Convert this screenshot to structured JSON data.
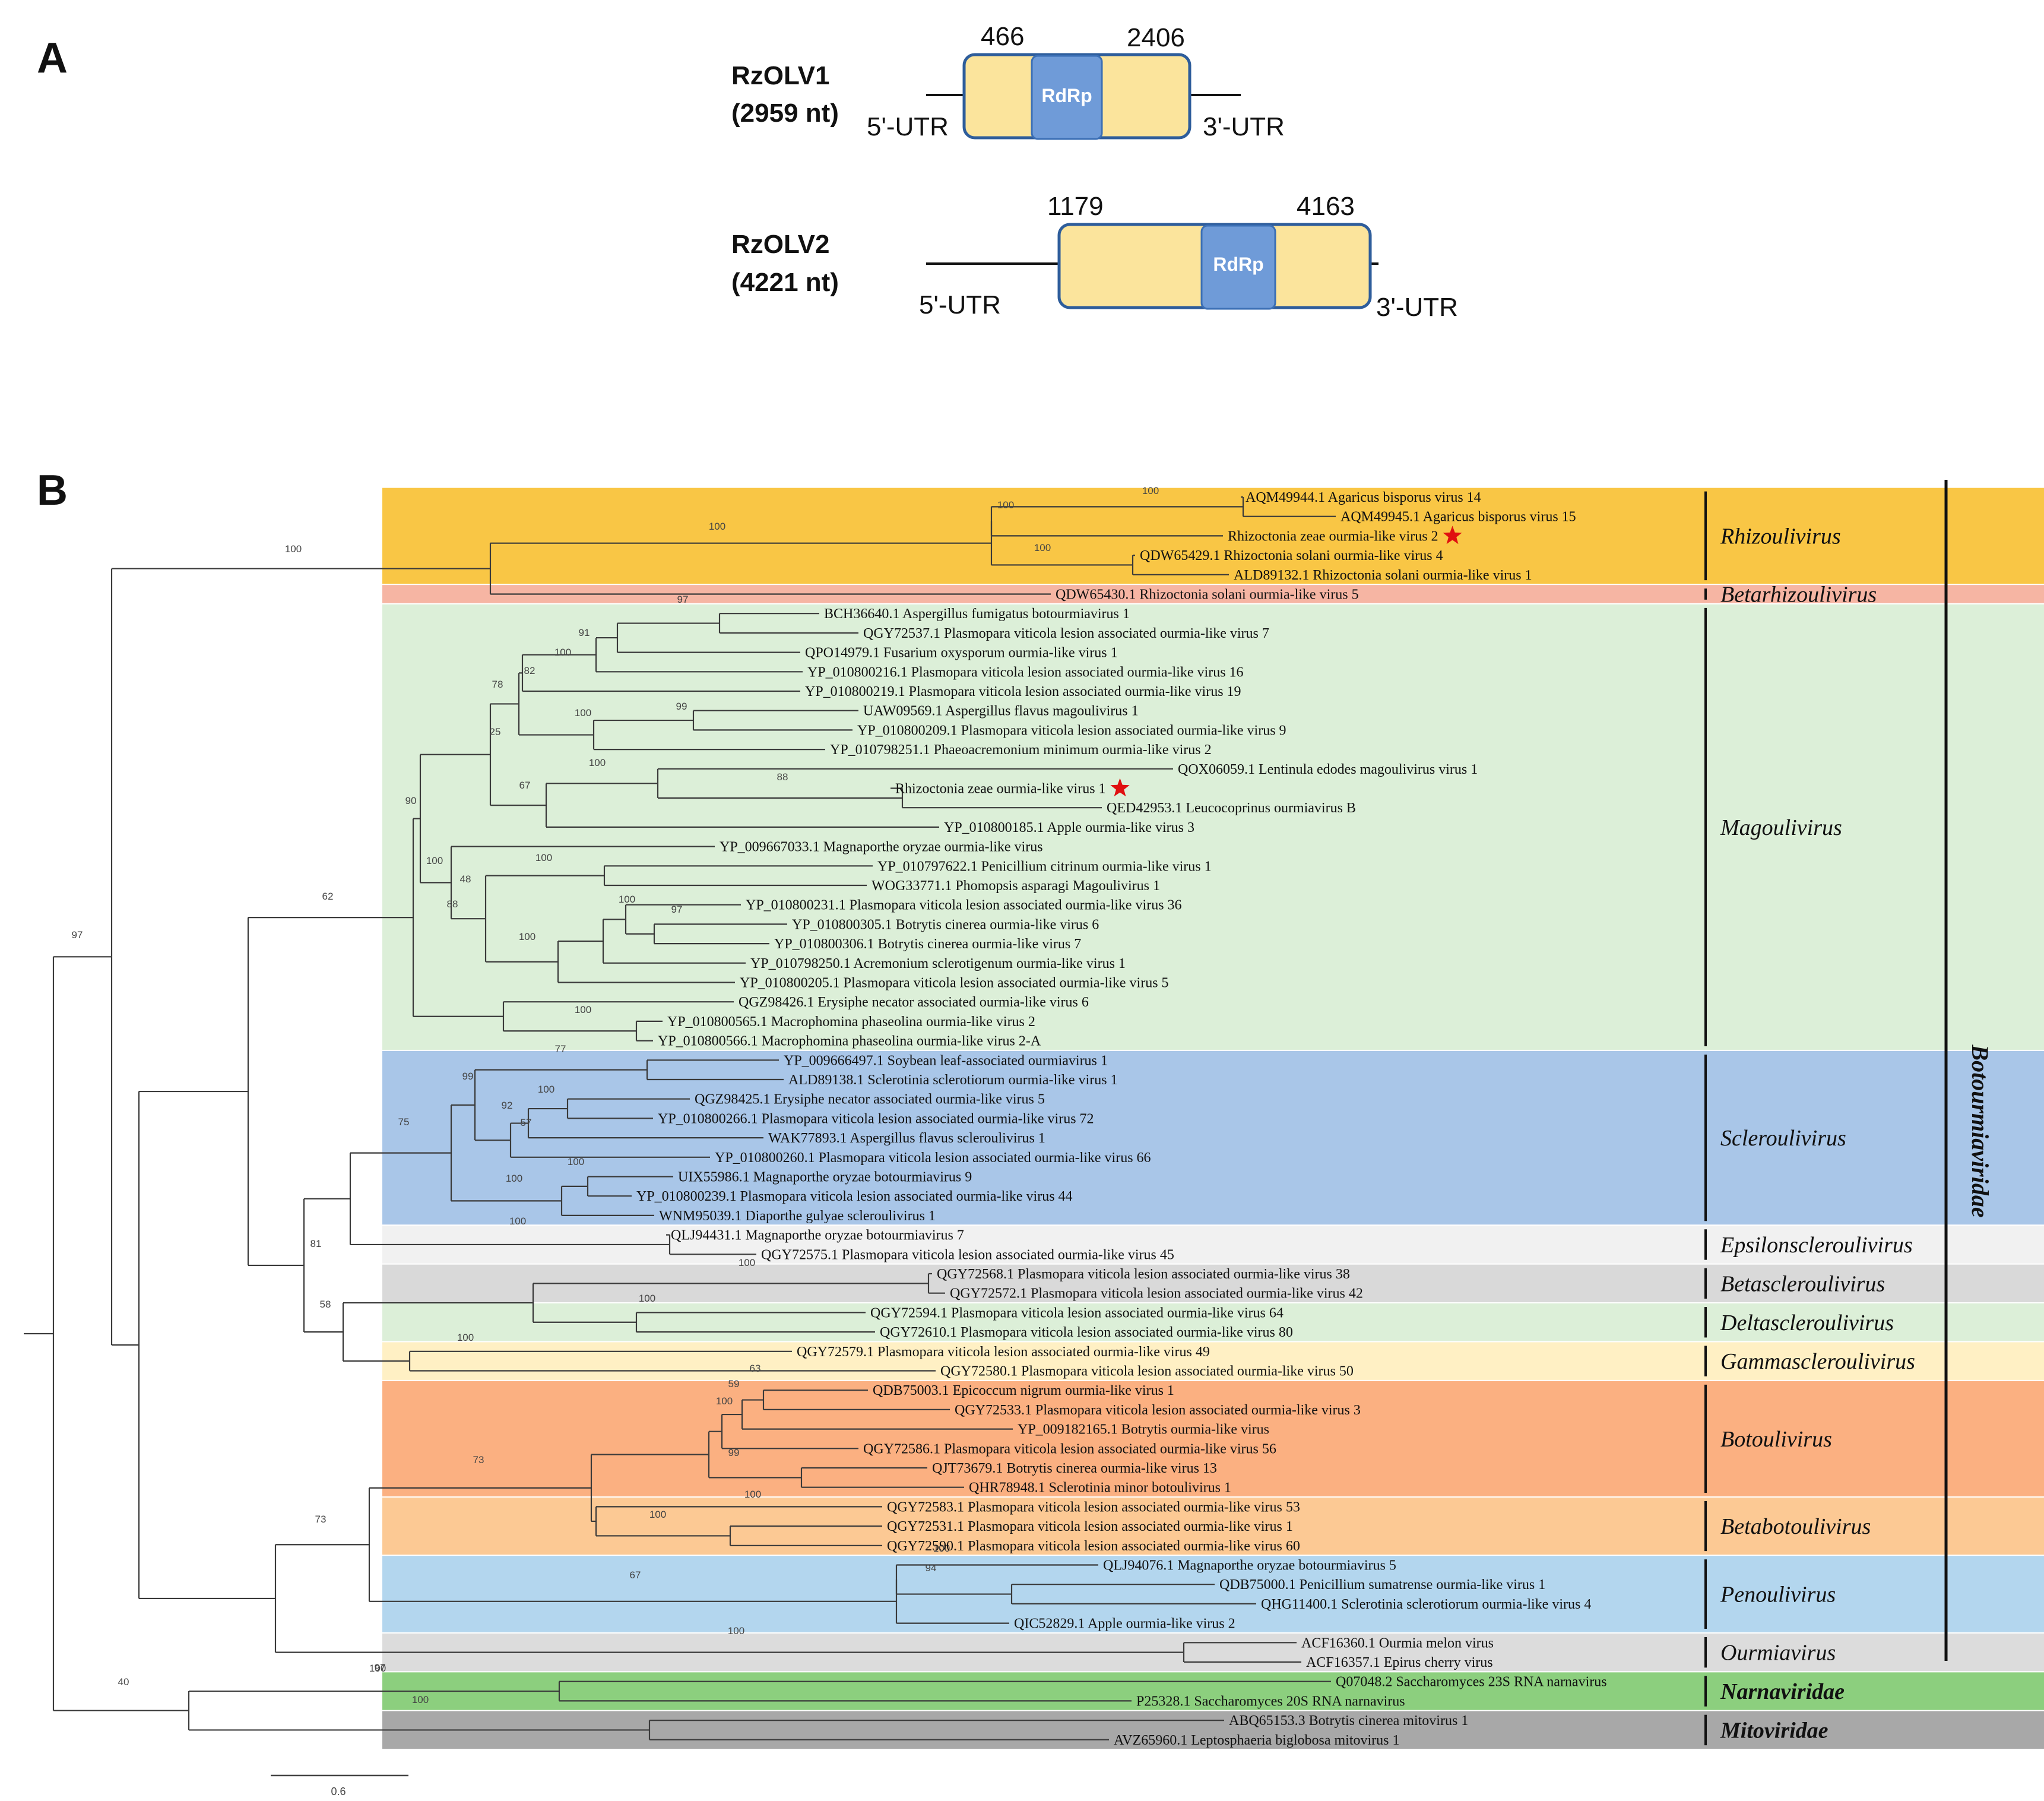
{
  "panels": {
    "a": "A",
    "b": "B"
  },
  "genomes": [
    {
      "name": "RzOLV1",
      "length": "(2959 nt)",
      "start": "466",
      "end": "2406",
      "domain": "RdRp",
      "utr5": "5'-UTR",
      "utr3": "3'-UTR"
    },
    {
      "name": "RzOLV2",
      "length": "(4221 nt)",
      "start": "1179",
      "end": "4163",
      "domain": "RdRp",
      "utr5": "5'-UTR",
      "utr3": "3'-UTR"
    }
  ],
  "clades": [
    {
      "label": "Rhizoulivirus",
      "color": "#f9c645",
      "leaves": [
        0,
        4
      ]
    },
    {
      "label": "Betarhizoulivirus",
      "color": "#f6b5a3",
      "leaves": [
        5,
        5
      ]
    },
    {
      "label": "Magoulivirus",
      "color": "#dcefd8",
      "leaves": [
        6,
        28
      ]
    },
    {
      "label": "Scleroulivirus",
      "color": "#a9c6e8",
      "leaves": [
        29,
        37
      ]
    },
    {
      "label": "Epsilonscleroulivirus",
      "color": "#f1f1f1",
      "leaves": [
        38,
        39
      ]
    },
    {
      "label": "Betascleroulivirus",
      "color": "#d9d9d9",
      "leaves": [
        40,
        41
      ]
    },
    {
      "label": "Deltascleroulivirus",
      "color": "#dcefd8",
      "leaves": [
        42,
        43
      ]
    },
    {
      "label": "Gammascleroulivirus",
      "color": "#fff0c4",
      "leaves": [
        44,
        45
      ]
    },
    {
      "label": "Botoulivirus",
      "color": "#fbb081",
      "leaves": [
        46,
        51
      ]
    },
    {
      "label": "Betabotoulivirus",
      "color": "#fcc994",
      "leaves": [
        52,
        54
      ]
    },
    {
      "label": "Penoulivirus",
      "color": "#b3d6ee",
      "leaves": [
        55,
        58
      ]
    },
    {
      "label": "Ourmiavirus",
      "color": "#dcdcdc",
      "leaves": [
        59,
        60
      ]
    },
    {
      "label": "Narnaviridae",
      "color": "#8ccf7e",
      "leaves": [
        61,
        62
      ],
      "bold": true
    },
    {
      "label": "Mitoviridae",
      "color": "#a8a8a8",
      "leaves": [
        63,
        64
      ],
      "bold": true
    }
  ],
  "family_label": "Botourmiaviridae",
  "leaves": [
    "AQM49944.1 Agaricus bisporus virus 14",
    "AQM49945.1 Agaricus bisporus virus 15",
    "Rhizoctonia zeae ourmia-like virus 2",
    "QDW65429.1 Rhizoctonia solani ourmia-like virus 4",
    "ALD89132.1 Rhizoctonia solani ourmia-like virus 1",
    "QDW65430.1 Rhizoctonia solani ourmia-like virus 5",
    "BCH36640.1 Aspergillus fumigatus botourmiavirus 1",
    "QGY72537.1 Plasmopara viticola lesion associated ourmia-like virus 7",
    "QPO14979.1 Fusarium oxysporum ourmia-like virus 1",
    "YP_010800216.1 Plasmopara viticola lesion associated ourmia-like virus 16",
    "YP_010800219.1 Plasmopara viticola lesion associated ourmia-like virus 19",
    "UAW09569.1 Aspergillus flavus magoulivirus 1",
    "YP_010800209.1 Plasmopara viticola lesion associated ourmia-like virus 9",
    "YP_010798251.1 Phaeoacremonium minimum ourmia-like virus 2",
    "QOX06059.1 Lentinula edodes magoulivirus virus 1",
    "Rhizoctonia zeae ourmia-like virus 1",
    "QED42953.1 Leucocoprinus ourmiavirus B",
    "YP_010800185.1 Apple ourmia-like virus 3",
    "YP_009667033.1 Magnaporthe oryzae ourmia-like virus",
    "YP_010797622.1 Penicillium citrinum ourmia-like virus 1",
    "WOG33771.1 Phomopsis asparagi Magoulivirus 1",
    "YP_010800231.1 Plasmopara viticola lesion associated ourmia-like virus 36",
    "YP_010800305.1 Botrytis cinerea ourmia-like virus 6",
    "YP_010800306.1 Botrytis cinerea ourmia-like virus 7",
    "YP_010798250.1 Acremonium sclerotigenum ourmia-like virus 1",
    "YP_010800205.1 Plasmopara viticola lesion associated ourmia-like virus 5",
    "QGZ98426.1 Erysiphe necator associated ourmia-like virus 6",
    "YP_010800565.1 Macrophomina phaseolina ourmia-like virus 2",
    "YP_010800566.1 Macrophomina phaseolina ourmia-like virus 2-A",
    "YP_009666497.1 Soybean leaf-associated ourmiavirus 1",
    "ALD89138.1 Sclerotinia sclerotiorum ourmia-like virus 1",
    "QGZ98425.1 Erysiphe necator associated ourmia-like virus 5",
    "YP_010800266.1 Plasmopara viticola lesion associated ourmia-like virus 72",
    "WAK77893.1 Aspergillus flavus scleroulivirus 1",
    "YP_010800260.1 Plasmopara viticola lesion associated ourmia-like virus 66",
    "UIX55986.1 Magnaporthe oryzae botourmiavirus 9",
    "YP_010800239.1 Plasmopara viticola lesion associated ourmia-like virus 44",
    "WNM95039.1 Diaporthe gulyae scleroulivirus 1",
    "QLJ94431.1 Magnaporthe oryzae botourmiavirus 7",
    "QGY72575.1 Plasmopara viticola lesion associated ourmia-like virus 45",
    "QGY72568.1 Plasmopara viticola lesion associated ourmia-like virus 38",
    "QGY72572.1 Plasmopara viticola lesion associated ourmia-like virus 42",
    "QGY72594.1 Plasmopara viticola lesion associated ourmia-like virus 64",
    "QGY72610.1 Plasmopara viticola lesion associated ourmia-like virus 80",
    "QGY72579.1 Plasmopara viticola lesion associated ourmia-like virus 49",
    "QGY72580.1 Plasmopara viticola lesion associated ourmia-like virus 50",
    "QDB75003.1 Epicoccum nigrum ourmia-like virus 1",
    "QGY72533.1 Plasmopara viticola lesion associated ourmia-like virus 3",
    "YP_009182165.1 Botrytis ourmia-like virus",
    "QGY72586.1 Plasmopara viticola lesion associated ourmia-like virus 56",
    "QJT73679.1 Botrytis cinerea ourmia-like virus 13",
    "QHR78948.1 Sclerotinia minor botoulivirus 1",
    "QGY72583.1 Plasmopara viticola lesion associated ourmia-like virus 53",
    "QGY72531.1 Plasmopara viticola lesion associated ourmia-like virus 1",
    "QGY72590.1 Plasmopara viticola lesion associated ourmia-like virus 60",
    "QLJ94076.1 Magnaporthe oryzae botourmiavirus 5",
    "QDB75000.1 Penicillium sumatrense ourmia-like virus 1",
    "QHG11400.1 Sclerotinia sclerotiorum ourmia-like virus 4",
    "QIC52829.1 Apple ourmia-like virus 2",
    "ACF16360.1 Ourmia melon virus",
    "ACF16357.1 Epirus cherry virus",
    "Q07048.2 Saccharomyces 23S RNA narnavirus",
    "P25328.1 Saccharomyces 20S RNA narnavirus",
    "ABQ65153.3 Botrytis cinerea mitovirus 1",
    "AVZ65960.1 Leptosphaeria biglobosa mitovirus 1"
  ],
  "starred_leaves": [
    2,
    15
  ],
  "bootstrap": [
    "100",
    "100",
    "100",
    "100",
    "100",
    "97",
    "91",
    "100",
    "82",
    "99",
    "100",
    "78",
    "88",
    "100",
    "67",
    "25",
    "100",
    "97",
    "100",
    "100",
    "88",
    "48",
    "100",
    "90",
    "100",
    "77",
    "100",
    "92",
    "57",
    "99",
    "100",
    "100",
    "75",
    "100",
    "100",
    "100",
    "100",
    "58",
    "81",
    "62",
    "73",
    "59",
    "63",
    "99",
    "100",
    "100",
    "100",
    "94",
    "100",
    "100",
    "67",
    "73",
    "40",
    "97",
    "100",
    "100",
    "97"
  ],
  "scale_bar": "0.6"
}
